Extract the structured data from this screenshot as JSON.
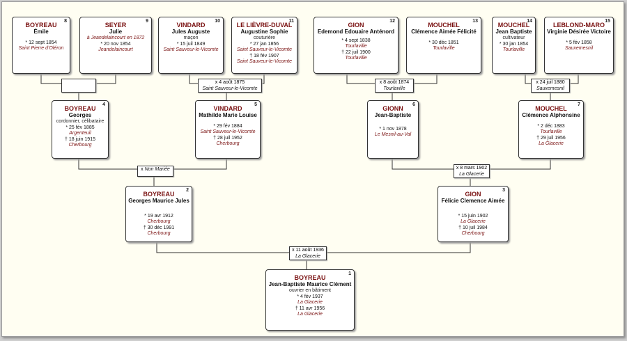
{
  "persons": {
    "p8": {
      "num": "8",
      "surname": "BOYREAU",
      "given": "Émile",
      "birth": "* 12 sept 1854",
      "birth_place": "Saint Pierre d'Oléron"
    },
    "p9": {
      "num": "9",
      "surname": "SEYER",
      "given": "Julie",
      "note": "à Jeandelaincourt en 1872",
      "birth": "* 20 nov 1854",
      "birth_place": "Jeandelaincourt"
    },
    "p10": {
      "num": "10",
      "surname": "VINDARD",
      "given": "Jules Auguste",
      "occupation": "maçon",
      "birth": "* 15 juil 1849",
      "birth_place": "Saint Sauveur-le-Vicomte"
    },
    "p11": {
      "num": "11",
      "surname": "LE LIÈVRE-DUVAL",
      "given": "Augustine Sophie",
      "occupation": "couturière",
      "birth": "* 27 jan 1856",
      "birth_place": "Saint Sauveur-le-Vicomte",
      "death": "† 18 fév 1907",
      "death_place": "Saint Sauveur-le-Vicomte"
    },
    "p12": {
      "num": "12",
      "surname": "GION",
      "given": "Edemond Edouaire Anténord",
      "birth": "* 4 sept 1838",
      "birth_place": "Tourlaville",
      "death": "† 22 juil 1900",
      "death_place": "Tourlaville"
    },
    "p13": {
      "num": "13",
      "surname": "MOUCHEL",
      "given": "Clémence Aimée Félicité",
      "birth": "* 30 déc 1851",
      "birth_place": "Tourlaville"
    },
    "p14": {
      "num": "14",
      "surname": "MOUCHEL",
      "given": "Jean Baptiste",
      "occupation": "cultivateur",
      "birth": "* 30 jan 1854",
      "birth_place": "Tourlaville"
    },
    "p15": {
      "num": "15",
      "surname": "LEBLOND-MARO",
      "given": "Virginie Désirée Victoire",
      "birth": "* 5 fév 1858",
      "birth_place": "Sauxemesnil"
    },
    "p4": {
      "num": "4",
      "surname": "BOYREAU",
      "given": "Georges",
      "occupation": "cordonnier, célibataire",
      "birth": "* 25 fév 1885",
      "birth_place": "Argenteuil",
      "death": "† 18 juin 1915",
      "death_place": "Cherbourg"
    },
    "p5": {
      "num": "5",
      "surname": "VINDARD",
      "given": "Mathilde Marie Louise",
      "birth": "* 29 fév 1884",
      "birth_place": "Saint Sauveur-le-Vicomte",
      "death": "† 28 juil 1952",
      "death_place": "Cherbourg"
    },
    "p6": {
      "num": "6",
      "surname": "GIONN",
      "given": "Jean-Baptiste",
      "birth": "* 1 nov 1878",
      "birth_place": "Le Mesnil-au-Val"
    },
    "p7": {
      "num": "7",
      "surname": "MOUCHEL",
      "given": "Clémence Alphonsine",
      "birth": "* 2 déc 1883",
      "birth_place": "Tourlaville",
      "death": "† 29 juil 1956",
      "death_place": "La Glacerie"
    },
    "p2": {
      "num": "2",
      "surname": "BOYREAU",
      "given": "Georges Maurice Jules",
      "birth": "* 19 avr 1912",
      "birth_place": "Cherbourg",
      "death": "† 30 déc 1991",
      "death_place": "Cherbourg"
    },
    "p3": {
      "num": "3",
      "surname": "GION",
      "given": "Félicie Clemence Aimée",
      "birth": "* 15 juin 1902",
      "birth_place": "La Glacerie",
      "death": "† 10 juil 1984",
      "death_place": "Cherbourg"
    },
    "p1": {
      "num": "1",
      "surname": "BOYREAU",
      "given": "Jean-Baptiste Maurice Clément",
      "occupation": "ouvrier en bâtiment",
      "birth": "* 4 fév 1937",
      "birth_place": "La Glacerie",
      "death": "† 11 avr 1956",
      "death_place": "La Glacerie"
    }
  },
  "marriages": {
    "m89": {
      "date": "",
      "place": ""
    },
    "m1011": {
      "date": "x 4 août 1875",
      "place": "Saint Sauveur-le-Vicomte"
    },
    "m1213": {
      "date": "x 8 août 1874",
      "place": "Tourlaville"
    },
    "m1415": {
      "date": "x 24 juil 1880",
      "place": "Sauxemesnil"
    },
    "m45": {
      "date": "x",
      "place": "Non Mariée"
    },
    "m67": {
      "date": "x 8 mars 1902",
      "place": "La Glacerie"
    },
    "m23": {
      "date": "x 11 août 1936",
      "place": "La Glacerie"
    }
  }
}
